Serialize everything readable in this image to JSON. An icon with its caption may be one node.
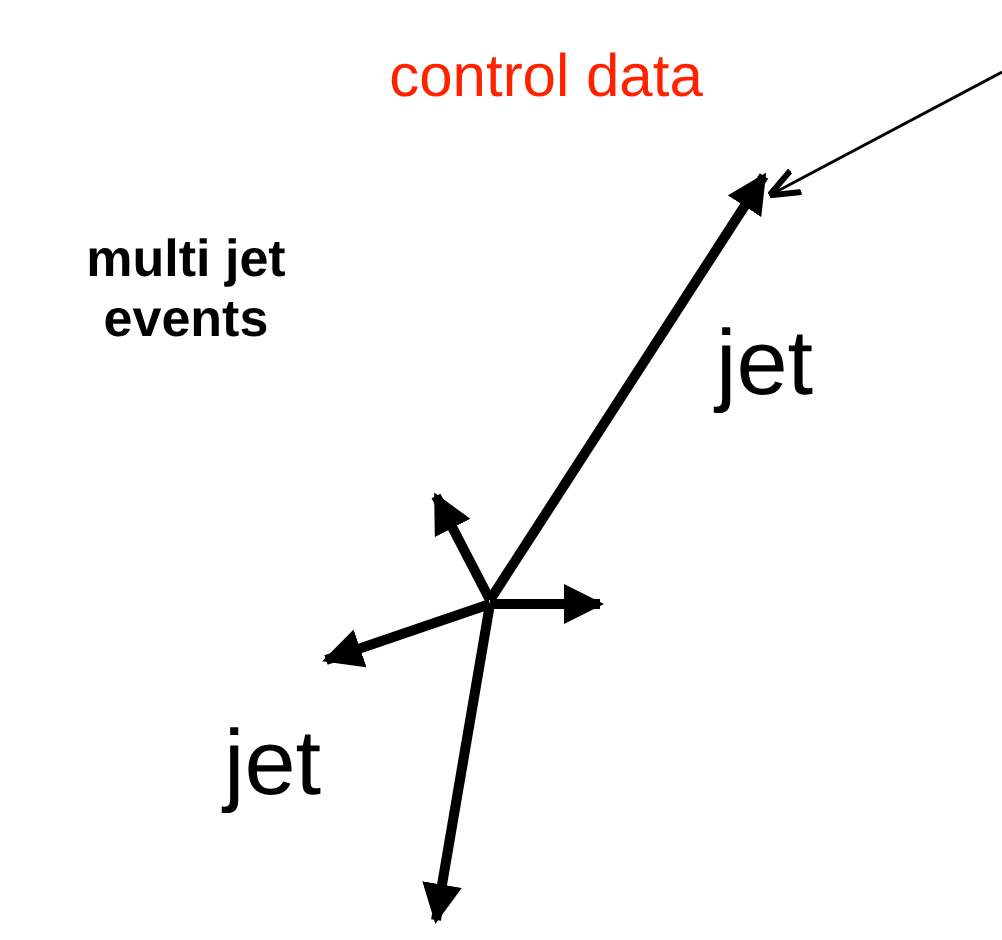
{
  "diagram": {
    "labels": [
      "control data",
      "multi jet events",
      "jet",
      "jet"
    ]
  }
}
